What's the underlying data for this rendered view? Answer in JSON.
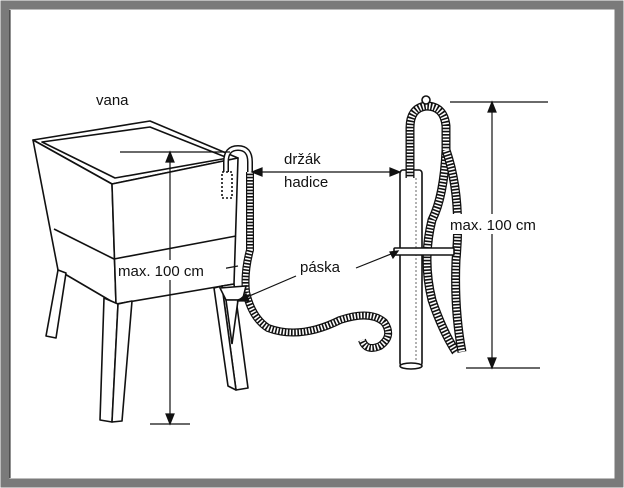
{
  "labels": {
    "tub": "vana",
    "holder_line1": "držák",
    "holder_line2": "hadice",
    "max_left": "max. 100 cm",
    "max_right": "max. 100 cm",
    "strap": "páska"
  },
  "colors": {
    "frame": "#7a7a7a",
    "ink": "#111111",
    "background": "#ffffff"
  }
}
